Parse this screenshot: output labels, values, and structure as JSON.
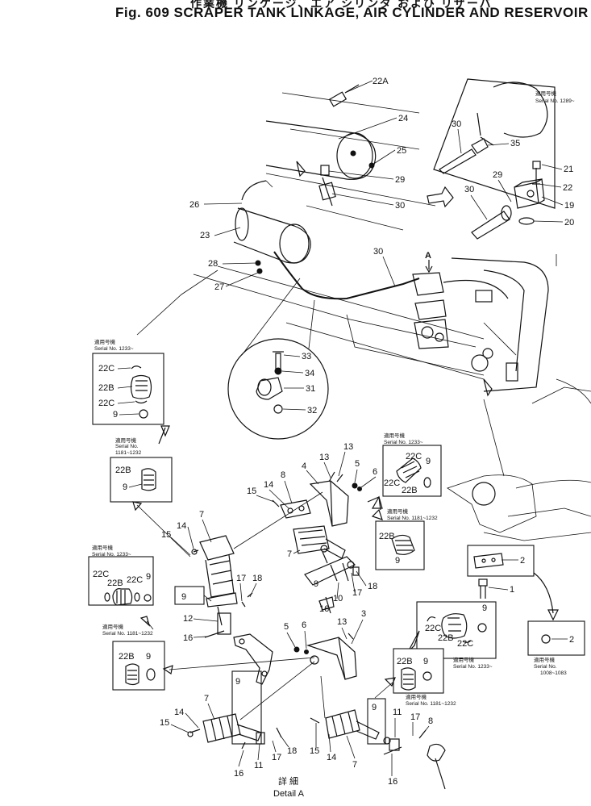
{
  "header": {
    "title_top": "作業機 リンケージ、エア シリンダ および リザーバ",
    "title": "Fig. 609  SCRAPER TANK LINKAGE, AIR CYLINDER AND RESERVOIR"
  },
  "serial_notes": {
    "jp": "適用号機",
    "n1289": "Serial No. 1289~",
    "n1233": "Serial No. 1233~",
    "n1181_a": "Serial No.",
    "n1181_b": "1181~1232",
    "n1181": "Serial No. 1181~1232",
    "n1008_a": "Serial No.",
    "n1008_b": "1008~1083"
  },
  "detail": {
    "jp": "詳 細",
    "label": "Detail A"
  },
  "marker_a": "A",
  "callouts": {
    "c22A": "22A",
    "c24": "24",
    "c25": "25",
    "c29": "29",
    "c30": "30",
    "c35": "35",
    "c21": "21",
    "c22": "22",
    "c19": "19",
    "c20": "20",
    "c26": "26",
    "c23": "23",
    "c28": "28",
    "c27": "27",
    "c33": "33",
    "c34": "34",
    "c31": "31",
    "c32": "32",
    "c22C": "22C",
    "c22B": "22B",
    "c9": "9",
    "c1": "1",
    "c2": "2",
    "c3": "3",
    "c4": "4",
    "c5": "5",
    "c6": "6",
    "c7": "7",
    "c8": "8",
    "c10": "10",
    "c11": "11",
    "c12": "12",
    "c13": "13",
    "c14": "14",
    "c15": "15",
    "c16": "16",
    "c17": "17",
    "c18": "18"
  }
}
